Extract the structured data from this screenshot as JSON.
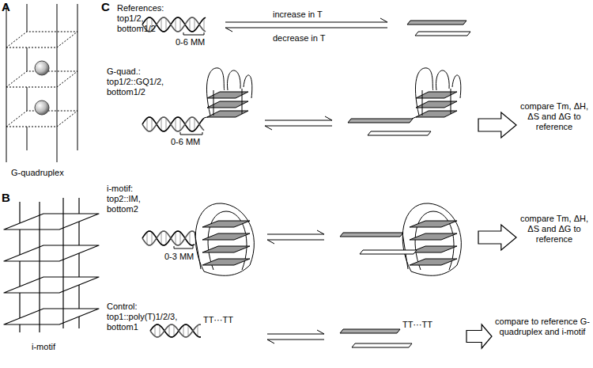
{
  "diagram": {
    "labels": [
      "A",
      "G-quadruplex",
      "B",
      "i-motif",
      "C",
      "References: top1/2, bottom1/2",
      "increase in T",
      "decrease in T",
      "0-6 MM",
      "G-quad.: top1/2::GQ1/2, bottom1/2",
      "0-6 MM",
      "compare Tm, ΔH, ΔS and ΔG to reference",
      "i-motif: top2::IM, bottom2",
      "0-3 MM",
      "compare Tm, ΔH, ΔS and ΔG to reference",
      "Control: top1::poly(T)1/2/3, bottom1",
      "TT⋯TT",
      "TT⋯TT",
      "compare to reference G-quadruplex and i-motif"
    ]
  }
}
